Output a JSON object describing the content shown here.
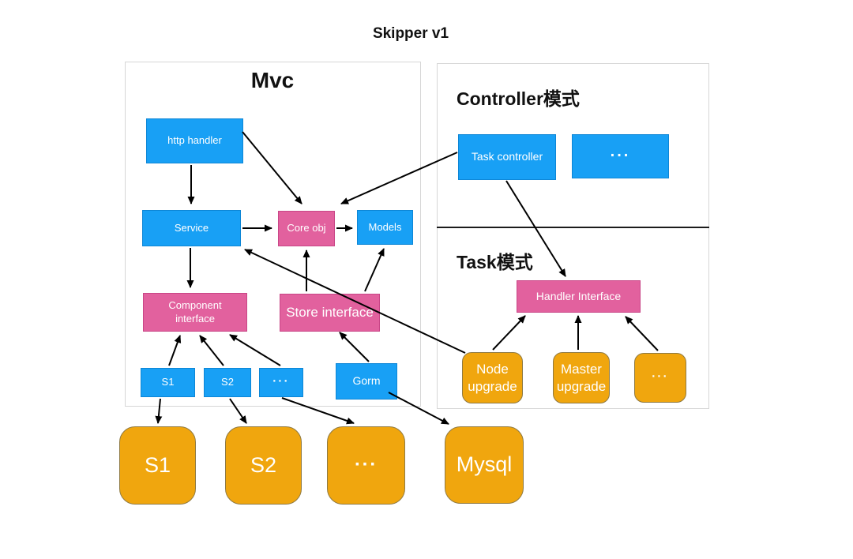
{
  "title": "Skipper v1",
  "colors": {
    "node_blue": "#18a0f5",
    "node_pink": "#e2619e",
    "node_orange": "#f0a60e",
    "panel_border": "#d6d6d6",
    "arrow": "#000000",
    "node_text": "#ffffff"
  },
  "mvc": {
    "title": "Mvc",
    "nodes": {
      "http_handler": "http handler",
      "service": "Service",
      "core_obj": "Core obj",
      "models": "Models",
      "component_interface": "Component interface",
      "store_interface": "Store interface",
      "s1": "S1",
      "s2": "S2",
      "dots": "...",
      "gorm": "Gorm"
    }
  },
  "controller": {
    "title": "Controller模式",
    "nodes": {
      "task_controller": "Task controller",
      "dots": "..."
    }
  },
  "task": {
    "title": "Task模式",
    "nodes": {
      "handler_interface": "Handler Interface",
      "node_upgrade": "Node upgrade",
      "master_upgrade": "Master upgrade",
      "dots": "..."
    }
  },
  "external": {
    "s1": "S1",
    "s2": "S2",
    "dots": "...",
    "mysql": "Mysql"
  }
}
